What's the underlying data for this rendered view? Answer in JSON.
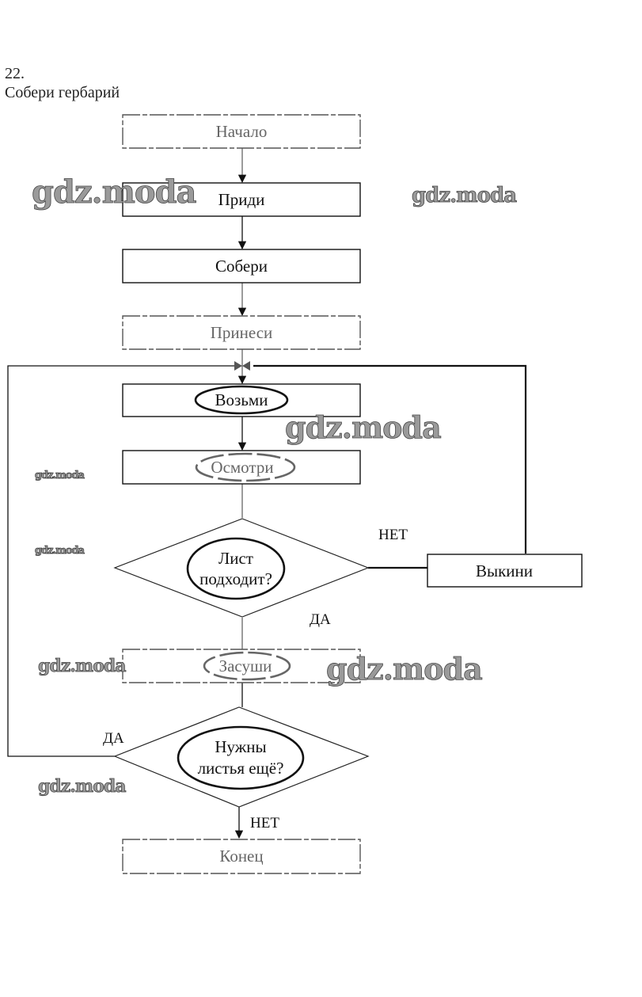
{
  "task": {
    "number": "22.",
    "title": "Собери гербарий"
  },
  "flowchart": {
    "nodes": {
      "start": "Начало",
      "come": "Приди",
      "collect": "Собери",
      "bring": "Принеси",
      "take": "Возьми",
      "inspect": "Осмотри",
      "decision_fits_line1": "Лист",
      "decision_fits_line2": "подходит?",
      "discard": "Выкини",
      "dry": "Засуши",
      "decision_more_line1": "Нужны",
      "decision_more_line2": "листья ещё?",
      "end": "Конец"
    },
    "edge_labels": {
      "fits_no": "НЕТ",
      "fits_yes": "ДА",
      "more_yes": "ДА",
      "more_no": "НЕТ"
    }
  },
  "watermark": "gdz.moda"
}
